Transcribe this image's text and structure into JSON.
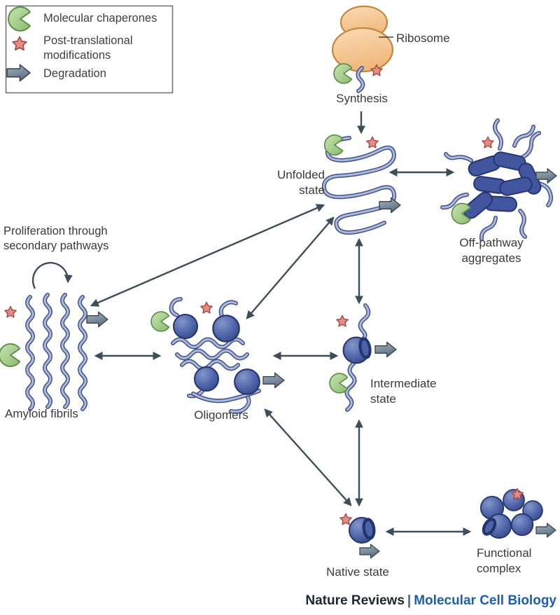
{
  "legend": {
    "chaperones": "Molecular chaperones",
    "ptm": {
      "lines": [
        "Post-translational",
        "modifications"
      ]
    },
    "degradation": "Degradation"
  },
  "diagram": {
    "ribosome": "Ribosome",
    "synthesis": "Synthesis",
    "unfolded": {
      "lines": [
        "Unfolded",
        "state"
      ]
    },
    "off_pathway": {
      "lines": [
        "Off-pathway",
        "aggregates"
      ]
    },
    "proliferation": {
      "lines": [
        "Proliferation through",
        "secondary pathways"
      ]
    },
    "amyloid": "Amyloid fibrils",
    "oligomers": "Oligomers",
    "intermediate": {
      "lines": [
        "Intermediate",
        "state"
      ]
    },
    "native": "Native state",
    "functional": {
      "lines": [
        "Functional",
        "complex"
      ]
    }
  },
  "footer": {
    "journal": "Nature Reviews",
    "separator": "|",
    "title": "Molecular Cell Biology"
  },
  "colors": {
    "chaperone_green": "#a9cf8d",
    "chaperone_green_border": "#5e8e4b",
    "ptm_star_red": "#e28d87",
    "ptm_star_border": "#a64a46",
    "degradation_gray": "#64778a",
    "protein_blue": "#4d63a8",
    "protein_chain_light": "#aeb9da",
    "protein_chain_dark": "#3f5188",
    "ribosome_orange": "#f3c08a",
    "ribosome_border": "#c5873f",
    "arrow_slate": "#3c4f58",
    "footer_blue": "#1d5fa8",
    "text_dark": "#3a3a3a"
  }
}
